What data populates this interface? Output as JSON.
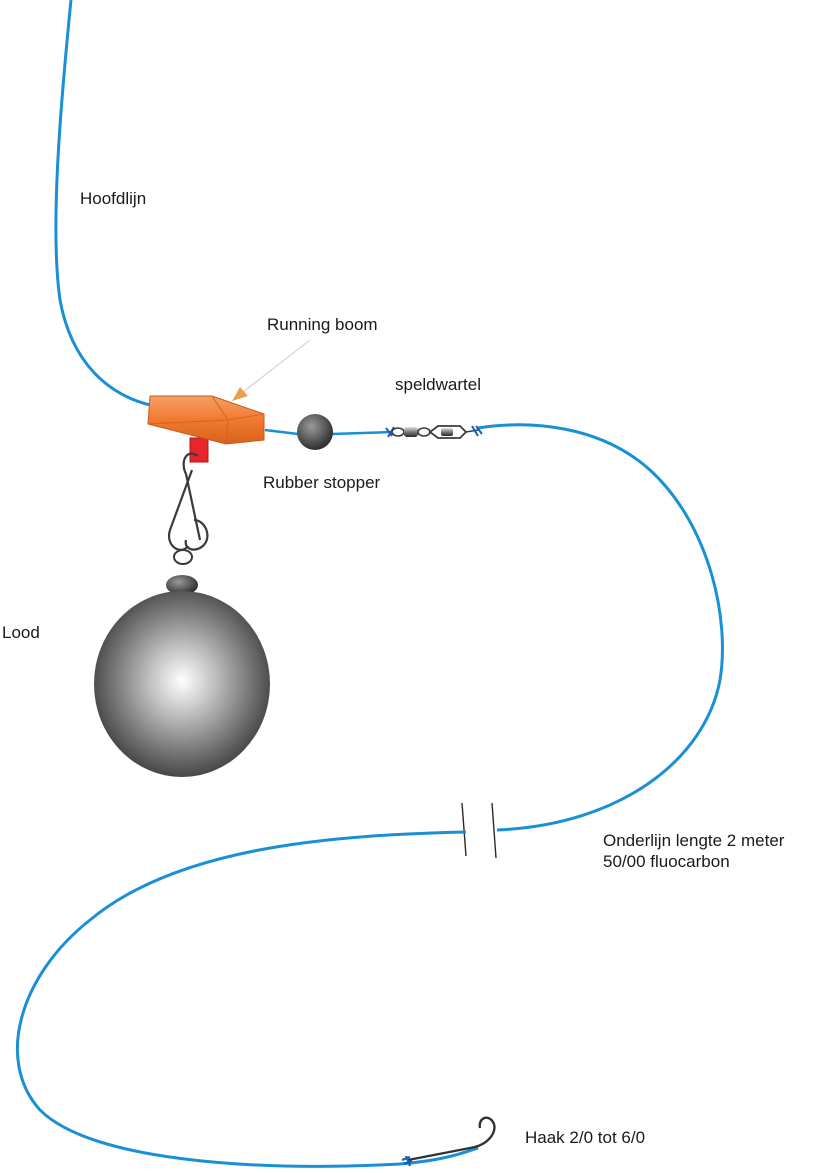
{
  "labels": {
    "main_line": "Hoofdlijn",
    "running_boom": "Running boom",
    "snap_swivel": "speldwartel",
    "rubber_stopper": "Rubber stopper",
    "lead": "Lood",
    "leader_line_1": "Onderlijn lengte 2 meter",
    "leader_line_2": "50/00 fluocarbon",
    "hook": "Haak 2/0 tot 6/0"
  },
  "colors": {
    "line": "#1a8fd6",
    "boom": "#f07a30",
    "boom_dark": "#c85a1a",
    "boom_stem": "#e8262a",
    "arrow": "#e9a04a",
    "metal": "#3a3a3a",
    "text": "#1a1a1a"
  }
}
